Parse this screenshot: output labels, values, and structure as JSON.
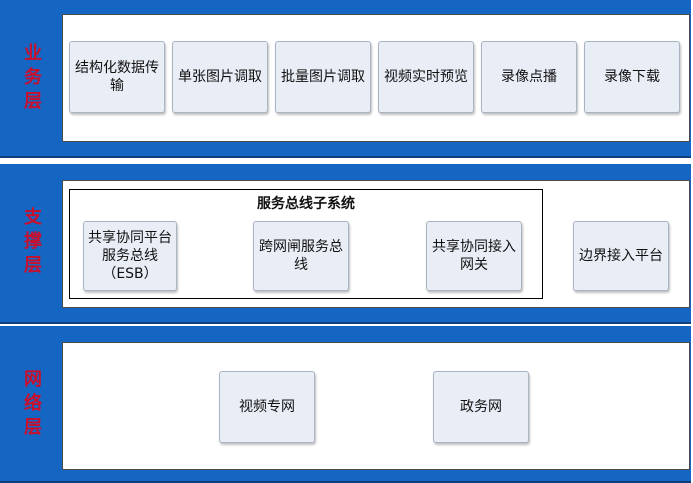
{
  "layers": [
    {
      "name": "业务层",
      "chars": [
        "业",
        "务",
        "层"
      ],
      "boxes": [
        "结构化数据传输",
        "单张图片调取",
        "批量图片调取",
        "视频实时预览",
        "录像点播",
        "录像下载"
      ]
    },
    {
      "name": "支撑层",
      "chars": [
        "支",
        "撑",
        "层"
      ],
      "subsystem_title": "服务总线子系统",
      "boxes": [
        "共享协同平台服务总线（ESB）",
        "跨网闸服务总线",
        "共享协同接入网关",
        "边界接入平台"
      ]
    },
    {
      "name": "网络层",
      "chars": [
        "网",
        "络",
        "层"
      ],
      "boxes": [
        "视频专网",
        "政务网"
      ]
    }
  ],
  "colors": {
    "band": "#1566c2",
    "layer_label": "#c8102e",
    "box_fill": "#e9eef6"
  }
}
